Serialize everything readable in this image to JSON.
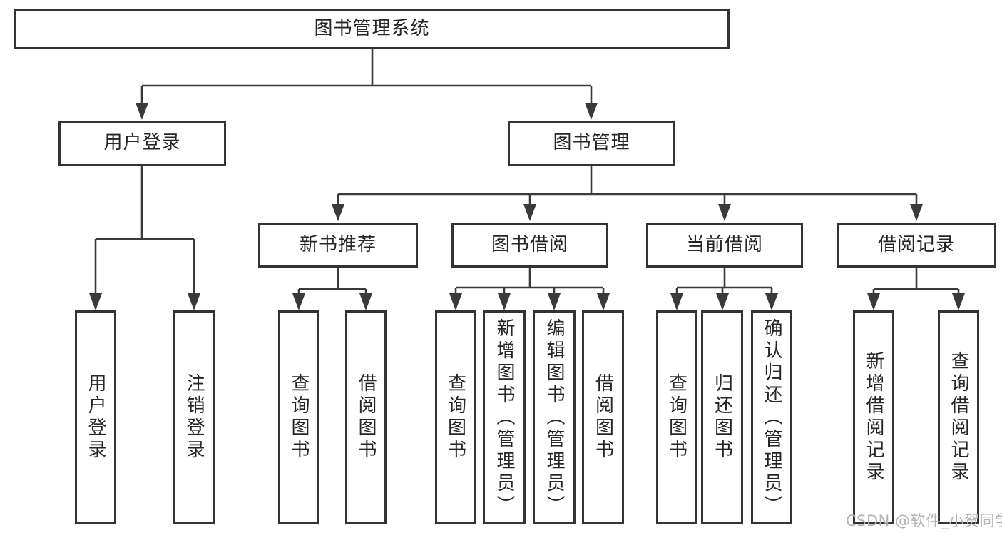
{
  "colors": {
    "line": "#3a3a3a",
    "box_border": "#333333",
    "box_fill": "#ffffff",
    "text": "#262626",
    "watermark": "#b4b4b4",
    "background": "#ffffff"
  },
  "tree": {
    "label": "图书管理系统",
    "children": [
      {
        "label": "用户登录",
        "children": [
          {
            "label": "用户登录"
          },
          {
            "label": "注销登录"
          }
        ]
      },
      {
        "label": "图书管理",
        "children": [
          {
            "label": "新书推荐",
            "children": [
              {
                "label": "查询图书"
              },
              {
                "label": "借阅图书"
              }
            ]
          },
          {
            "label": "图书借阅",
            "children": [
              {
                "label": "查询图书"
              },
              {
                "label": "新增图书（管理员）"
              },
              {
                "label": "编辑图书（管理员）"
              },
              {
                "label": "借阅图书"
              }
            ]
          },
          {
            "label": "当前借阅",
            "children": [
              {
                "label": "查询图书"
              },
              {
                "label": "归还图书"
              },
              {
                "label": "确认归还（管理员）"
              }
            ]
          },
          {
            "label": "借阅记录",
            "children": [
              {
                "label": "新增借阅记录"
              },
              {
                "label": "查询借阅记录"
              }
            ]
          }
        ]
      }
    ]
  },
  "watermark": {
    "text": "CSDN @软件_小贺同学"
  }
}
